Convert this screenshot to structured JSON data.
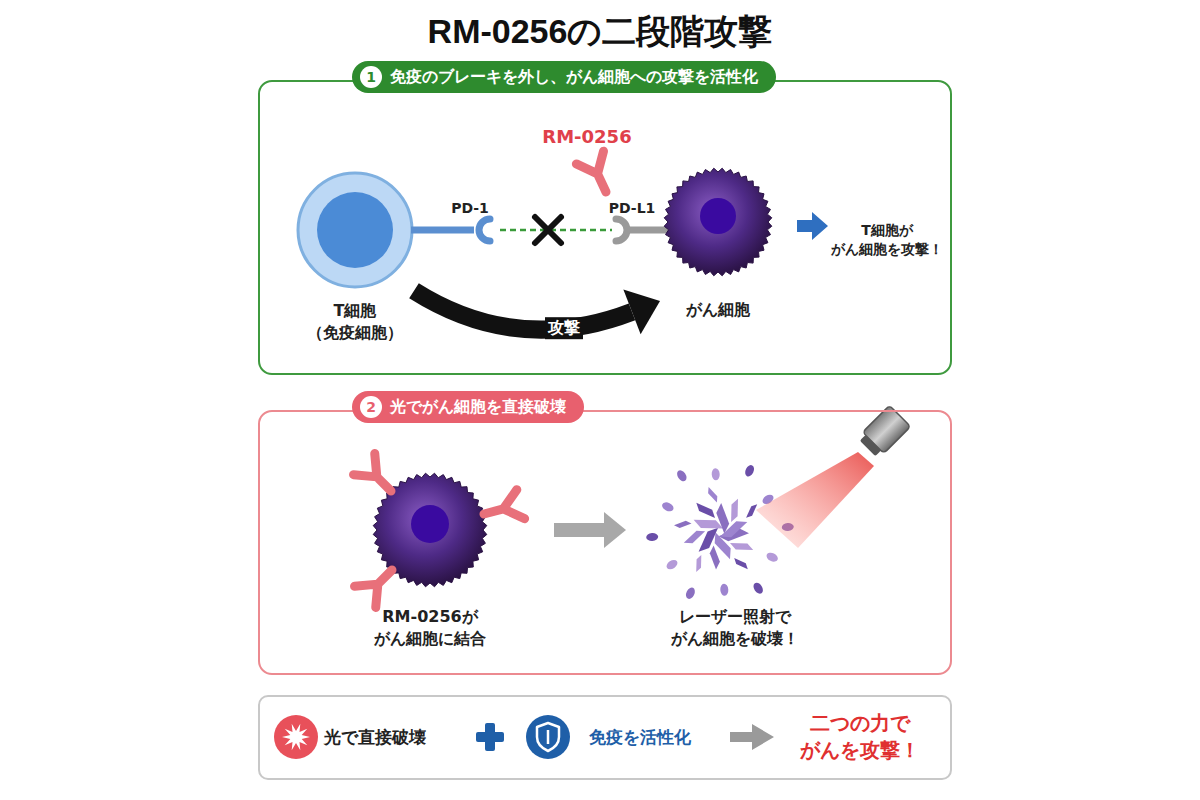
{
  "diagram": {
    "title": "RM-0256の二段階攻撃",
    "nodes": [
      {
        "text": [
          "1",
          "免疫のブレーキを外し、がん細胞への攻撃を活性化"
        ]
      },
      {
        "text": [
          "T細胞 （免疫細胞）"
        ],
        "in": 0
      },
      {
        "text": [
          "がん細胞"
        ],
        "in": 0
      },
      {
        "text": [
          "2",
          "光でがん細胞を直接破壊"
        ]
      },
      {
        "text": [
          "RM-0256が がん細胞に結合"
        ],
        "in": 3
      },
      {
        "text": [
          "レーザー照射で がん細胞を破壊！"
        ],
        "in": 3
      },
      {
        "text": [
          "光で直接破壊",
          "免疫を活性化",
          "二つの力で がんを攻撃！"
        ]
      }
    ],
    "edges": [
      {
        "from": 1,
        "to": 2,
        "arrow": "to",
        "label": "攻撃"
      },
      {
        "from": 4,
        "to": 5,
        "arrow": "to"
      }
    ],
    "labels": [
      "RM-0256",
      "PD-1",
      "PD-L1",
      "T細胞が がん細胞を攻撃！"
    ]
  }
}
